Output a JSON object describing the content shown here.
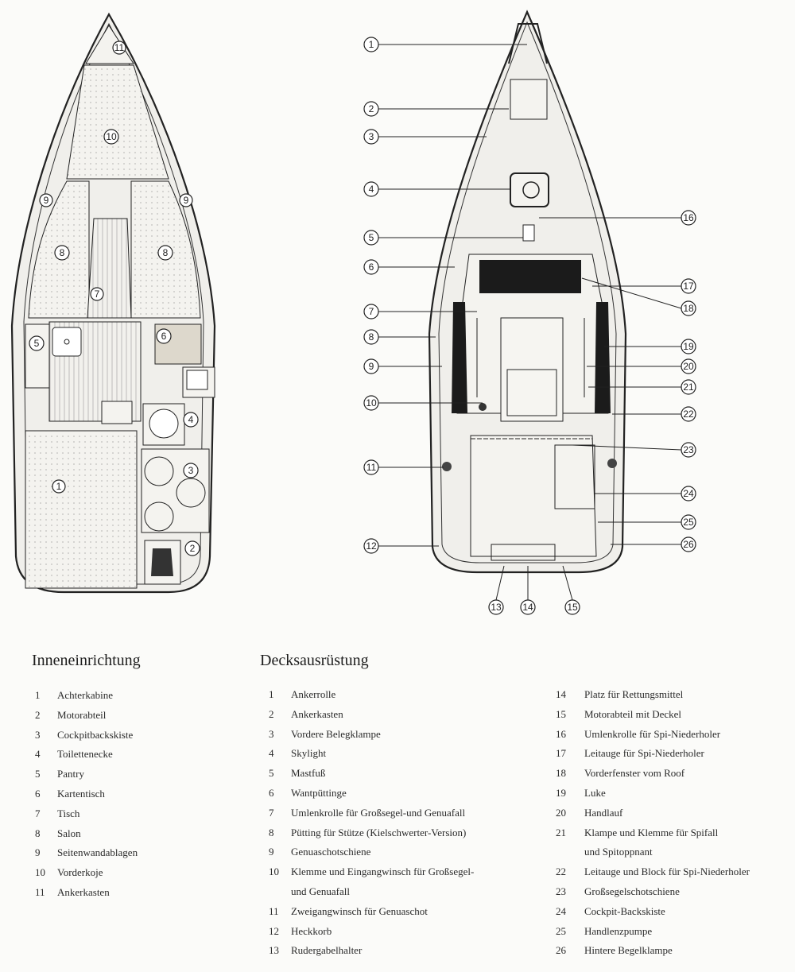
{
  "interior": {
    "title": "Inneneinrichtung",
    "markers": [
      "1",
      "2",
      "3",
      "4",
      "5",
      "6",
      "7",
      "8",
      "8",
      "9",
      "9",
      "10",
      "11"
    ],
    "items": [
      {
        "n": "1",
        "label": "Achterkabine"
      },
      {
        "n": "2",
        "label": "Motorabteil"
      },
      {
        "n": "3",
        "label": "Cockpitbackskiste"
      },
      {
        "n": "4",
        "label": "Toilettenecke"
      },
      {
        "n": "5",
        "label": "Pantry"
      },
      {
        "n": "6",
        "label": "Kartentisch"
      },
      {
        "n": "7",
        "label": "Tisch"
      },
      {
        "n": "8",
        "label": "Salon"
      },
      {
        "n": "9",
        "label": "Seitenwandablagen"
      },
      {
        "n": "10",
        "label": "Vorderkoje"
      },
      {
        "n": "11",
        "label": "Ankerkasten"
      }
    ]
  },
  "deck": {
    "title": "Decksausrüstung",
    "callouts": [
      "1",
      "2",
      "3",
      "4",
      "5",
      "6",
      "7",
      "8",
      "9",
      "10",
      "11",
      "12",
      "13",
      "14",
      "15",
      "16",
      "17",
      "18",
      "19",
      "20",
      "21",
      "22",
      "23",
      "24",
      "25",
      "26"
    ],
    "items": [
      {
        "n": "1",
        "label": "Ankerrolle"
      },
      {
        "n": "2",
        "label": "Ankerkasten"
      },
      {
        "n": "3",
        "label": "Vordere Belegklampe"
      },
      {
        "n": "4",
        "label": "Skylight"
      },
      {
        "n": "5",
        "label": "Mastfuß"
      },
      {
        "n": "6",
        "label": "Wantpüttinge"
      },
      {
        "n": "7",
        "label": "Umlenkrolle für Großsegel-und Genuafall"
      },
      {
        "n": "8",
        "label": "Pütting für Stütze (Kielschwerter-Version)"
      },
      {
        "n": "9",
        "label": "Genuaschotschiene"
      },
      {
        "n": "10",
        "label": "Klemme und Eingangwinsch für Großsegel-",
        "cont": "und Genuafall"
      },
      {
        "n": "11",
        "label": "Zweigangwinsch für Genuaschot"
      },
      {
        "n": "12",
        "label": "Heckkorb"
      },
      {
        "n": "13",
        "label": "Rudergabelhalter"
      },
      {
        "n": "14",
        "label": "Platz für Rettungsmittel"
      },
      {
        "n": "15",
        "label": "Motorabteil mit Deckel"
      },
      {
        "n": "16",
        "label": "Umlenkrolle für Spi-Niederholer"
      },
      {
        "n": "17",
        "label": "Leitauge für Spi-Niederholer"
      },
      {
        "n": "18",
        "label": "Vorderfenster vom Roof"
      },
      {
        "n": "19",
        "label": "Luke"
      },
      {
        "n": "20",
        "label": "Handlauf"
      },
      {
        "n": "21",
        "label": "Klampe und Klemme für Spifall",
        "cont": "und Spitoppnant"
      },
      {
        "n": "22",
        "label": "Leitauge und Block für Spi-Niederholer"
      },
      {
        "n": "23",
        "label": "Großsegelschotschiene"
      },
      {
        "n": "24",
        "label": "Cockpit-Backskiste"
      },
      {
        "n": "25",
        "label": "Handlenzpumpe"
      },
      {
        "n": "26",
        "label": "Hintere Begelklampe"
      }
    ]
  }
}
